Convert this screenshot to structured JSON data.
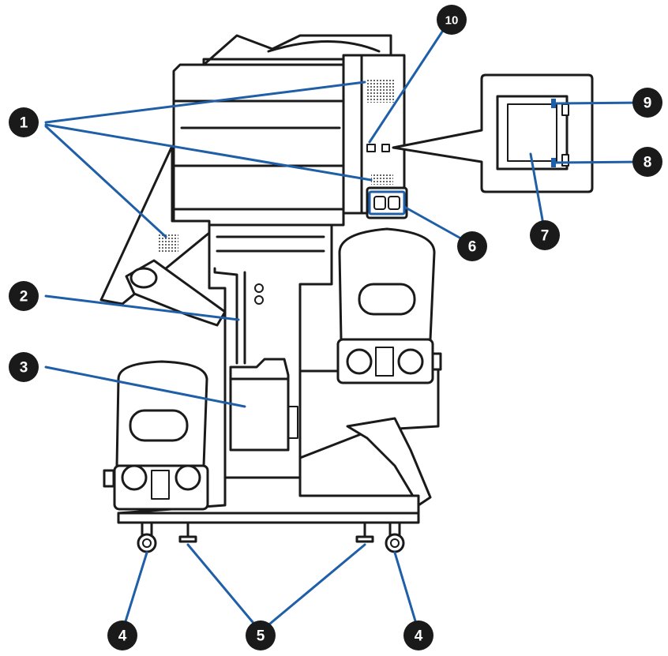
{
  "callouts": [
    {
      "id": "c1",
      "label": "1"
    },
    {
      "id": "c2",
      "label": "2"
    },
    {
      "id": "c3",
      "label": "3"
    },
    {
      "id": "c4a",
      "label": "4"
    },
    {
      "id": "c4b",
      "label": "4"
    },
    {
      "id": "c5",
      "label": "5"
    },
    {
      "id": "c6",
      "label": "6"
    },
    {
      "id": "c7",
      "label": "7"
    },
    {
      "id": "c8",
      "label": "8"
    },
    {
      "id": "c9",
      "label": "9"
    },
    {
      "id": "c10",
      "label": "10"
    }
  ],
  "colors": {
    "outline": "#1a1a1a",
    "leader": "#1f5fa8",
    "background": "#ffffff"
  }
}
